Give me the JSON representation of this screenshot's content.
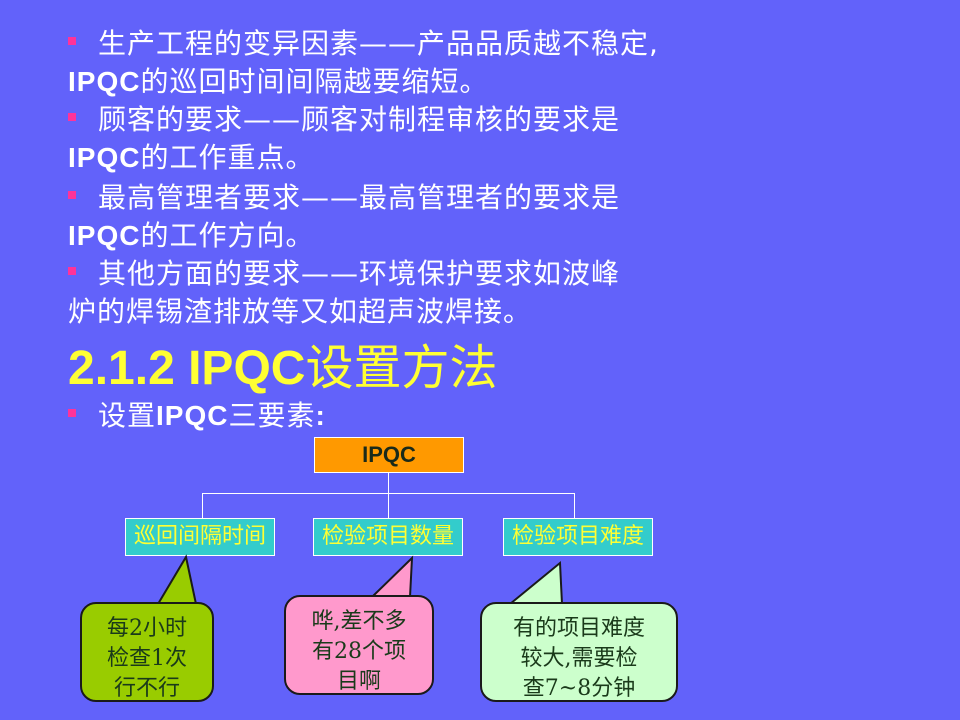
{
  "bullets": [
    {
      "line1_pre": "生产工程的变异因素——产品品质越不稳定,",
      "line2_bold": "IPQC",
      "line2_rest": "的巡回时间间隔越要缩短。"
    },
    {
      "line1_pre": "顾客的要求——顾客对制程审核的要求是",
      "line2_bold": "IPQC",
      "line2_rest": "的工作重点。"
    },
    {
      "line1_pre": "最高管理者要求——最高管理者的要求是",
      "line2_bold": "IPQC",
      "line2_rest": "的工作方向。"
    },
    {
      "line1_pre": "其他方面的要求——环境保护要求如波峰",
      "line2_bold": "",
      "line2_rest": "炉的焊锡渣排放等又如超声波焊接。"
    }
  ],
  "heading": {
    "num": "2.1.2 IPQC",
    "rest": "设置方法"
  },
  "sub_bullet": {
    "pre": "设置",
    "bold": "IPQC",
    "post": "三要素",
    "colon": ":"
  },
  "diagram": {
    "root": "IPQC",
    "children": [
      "巡回间隔时间",
      "检验项目数量",
      "检验项目难度"
    ],
    "callouts": [
      {
        "lines": [
          "每2小时",
          "检查1次",
          "行不行"
        ],
        "color": "#99cc00"
      },
      {
        "lines": [
          "哗,差不多",
          "有28个项",
          "目啊"
        ],
        "color": "#ff99cc"
      },
      {
        "lines": [
          "有的项目难度",
          "较大,需要检",
          "查7~8分钟"
        ],
        "color": "#ccffcc"
      }
    ]
  },
  "colors": {
    "background": "#6262fa",
    "bullet": "#ff3399",
    "heading": "#ffff33",
    "root_box": "#ff9900",
    "child_box": "#33cccc"
  }
}
